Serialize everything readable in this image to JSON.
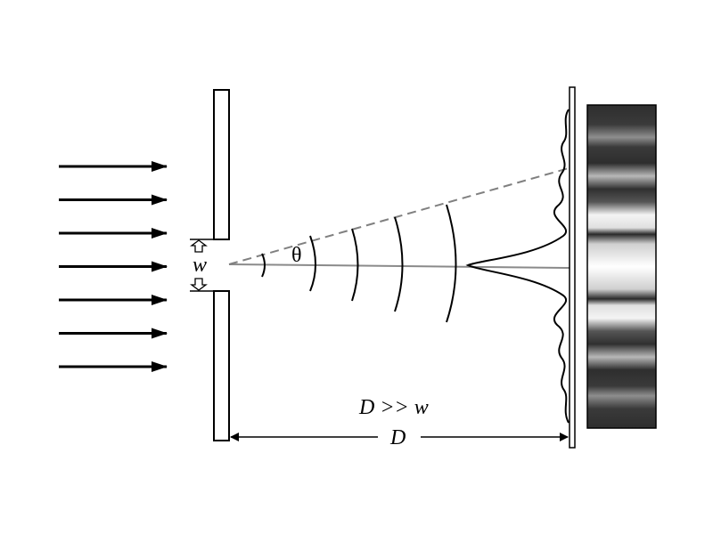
{
  "labels": {
    "slit_width": "w",
    "angle": "θ",
    "condition": "D >> w",
    "distance": "D"
  },
  "incident_wave": {
    "arrow_count": 7
  },
  "colors": {
    "stroke": "#000000",
    "axis_line": "#8a8a8a",
    "dashed_line": "#808080",
    "fringe_dark": "#2e2e2e",
    "fringe_bright": "#ffffff"
  }
}
